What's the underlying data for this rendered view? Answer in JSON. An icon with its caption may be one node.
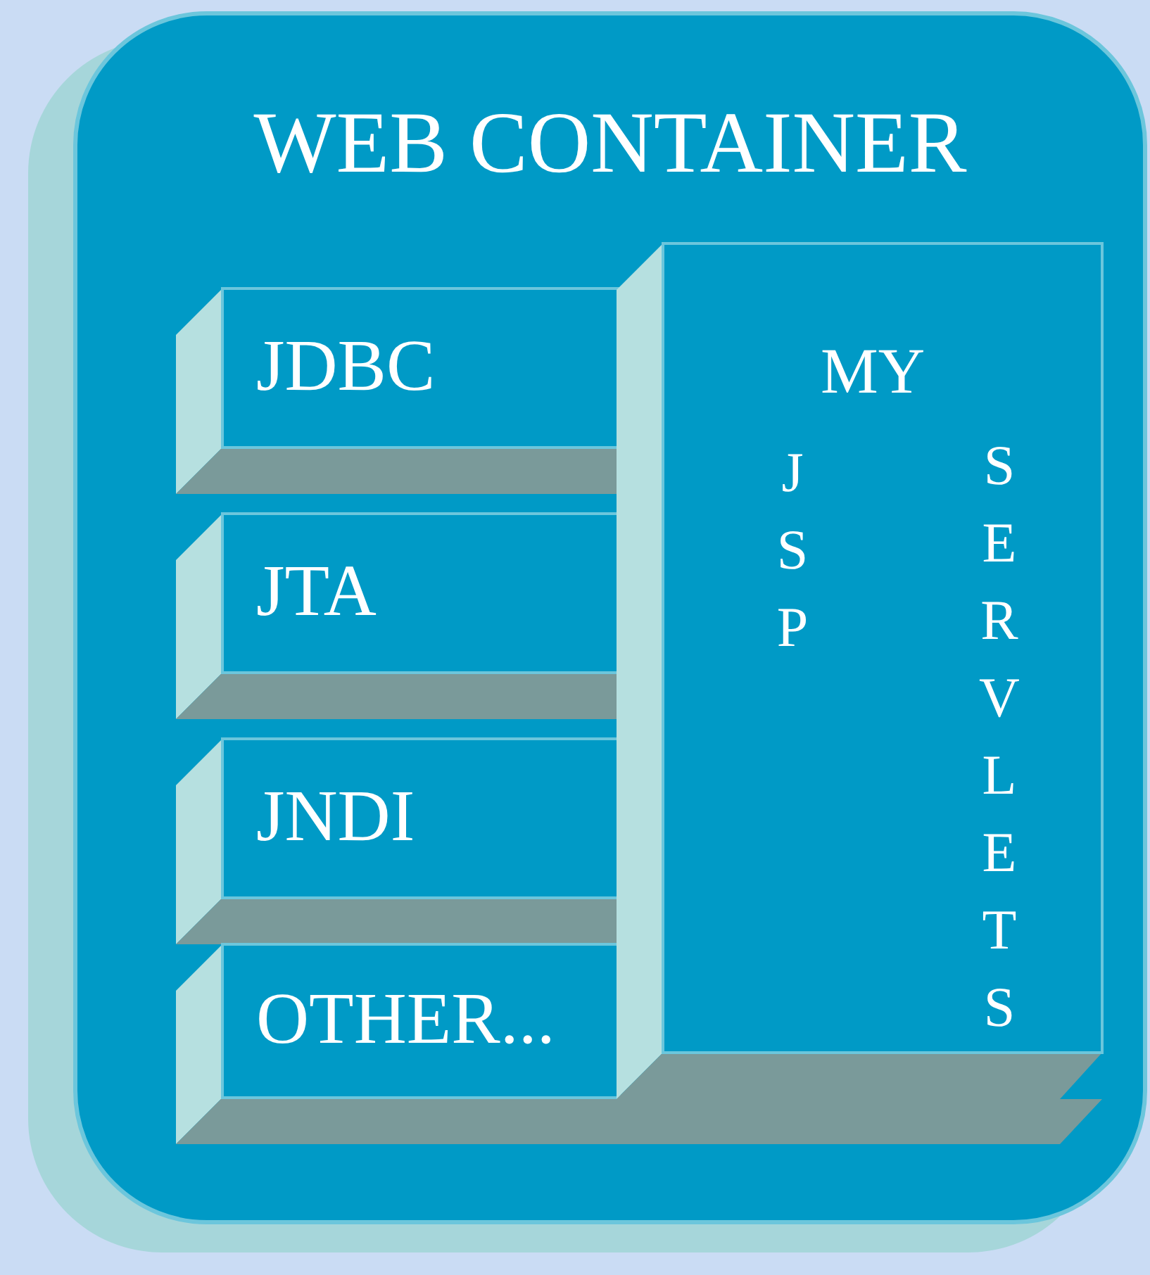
{
  "diagram": {
    "nodes": [
      {
        "text": [
          "WEB CONTAINER"
        ]
      },
      {
        "text": [
          "JDBC"
        ],
        "in": 0
      },
      {
        "text": [
          "JTA"
        ],
        "in": 0
      },
      {
        "text": [
          "JNDI"
        ],
        "in": 0
      },
      {
        "text": [
          "OTHER..."
        ],
        "in": 0
      },
      {
        "text": [
          "MY",
          "JSP",
          "SERVLETS"
        ],
        "in": 0
      }
    ]
  }
}
